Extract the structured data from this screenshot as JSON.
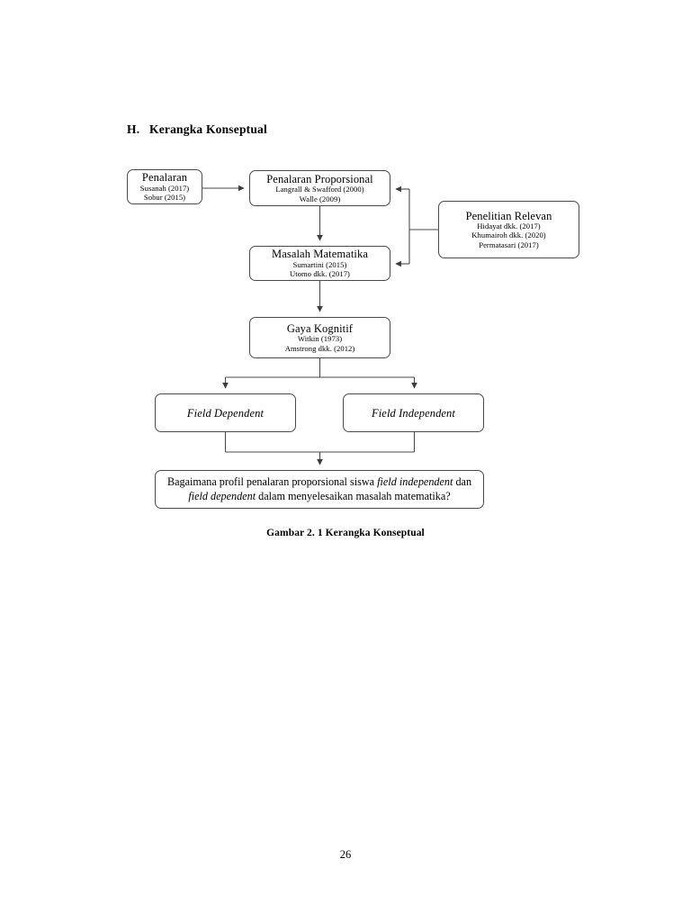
{
  "page": {
    "number": "26",
    "heading_label": "H.",
    "heading_text": "Kerangka Konseptual",
    "figure_caption": "Gambar 2. 1 Kerangka Konseptual",
    "line_color": "#4a4a4a",
    "background_color": "#ffffff",
    "text_color": "#000000"
  },
  "diagram": {
    "nodes": {
      "penalaran": {
        "title": "Penalaran",
        "refs": [
          "Susanah (2017)",
          "Sobur (2015)"
        ]
      },
      "proporsional": {
        "title": "Penalaran Proporsional",
        "refs": [
          "Langrall & Swafford (2000)",
          "Walle (2009)"
        ]
      },
      "relevan": {
        "title": "Penelitian Relevan",
        "refs": [
          "Hidayat dkk. (2017)",
          "Khumairoh dkk. (2020)",
          "Permatasari (2017)"
        ]
      },
      "masalah": {
        "title": "Masalah Matematika",
        "refs": [
          "Sumartini (2015)",
          "Utomo dkk. (2017)"
        ]
      },
      "kognitif": {
        "title": "Gaya Kognitif",
        "refs": [
          "Witkin (1973)",
          "Amstrong dkk. (2012)"
        ]
      },
      "field_dependent": {
        "title": "Field Dependent"
      },
      "field_independent": {
        "title": "Field Independent"
      },
      "question": {
        "line1_a": "Bagaimana profil penalaran proporsional siswa ",
        "line1_italic": "field independent",
        "line2_a": "dan ",
        "line2_italic": "field dependent",
        "line2_b": " dalam menyelesaikan masalah matematika?"
      }
    },
    "edges": [
      {
        "from": "penalaran",
        "to": "proporsional",
        "style": "arrow-right"
      },
      {
        "from": "proporsional",
        "to": "masalah",
        "style": "arrow-down"
      },
      {
        "from": "relevan",
        "to": "proporsional",
        "style": "arrow-left-branch"
      },
      {
        "from": "relevan",
        "to": "masalah",
        "style": "arrow-left-branch"
      },
      {
        "from": "kognitif",
        "to": "field_dependent",
        "style": "arrow-fork-down"
      },
      {
        "from": "kognitif",
        "to": "field_independent",
        "style": "arrow-fork-down"
      },
      {
        "from": "field_dependent",
        "to": "question",
        "style": "arrow-merge-down"
      },
      {
        "from": "field_independent",
        "to": "question",
        "style": "arrow-merge-down"
      }
    ]
  }
}
